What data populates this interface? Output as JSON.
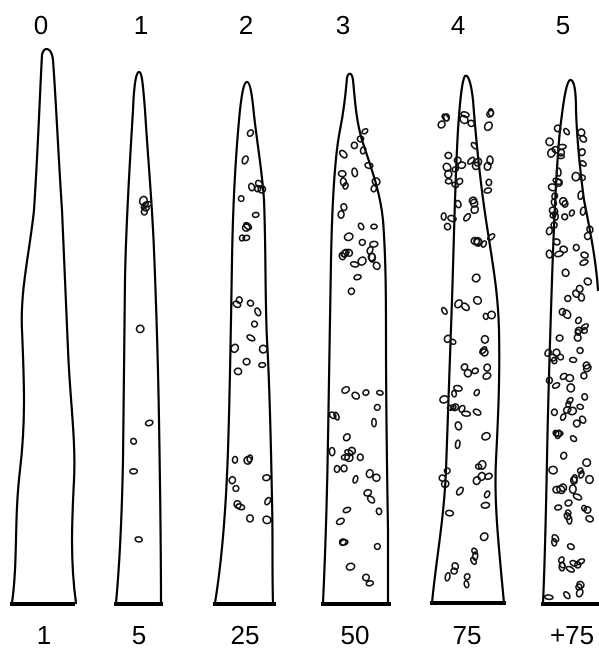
{
  "stages": [
    {
      "score": "0",
      "count": "1",
      "spots": 0
    },
    {
      "score": "1",
      "count": "5",
      "spots": 10
    },
    {
      "score": "2",
      "count": "25",
      "spots": 34
    },
    {
      "score": "3",
      "count": "50",
      "spots": 62
    },
    {
      "score": "4",
      "count": "75",
      "spots": 90
    },
    {
      "score": "5",
      "count": "+75",
      "spots": 120
    }
  ],
  "colors": {
    "outline": "#000000",
    "spot": "#111111",
    "background": "#ffffff"
  }
}
